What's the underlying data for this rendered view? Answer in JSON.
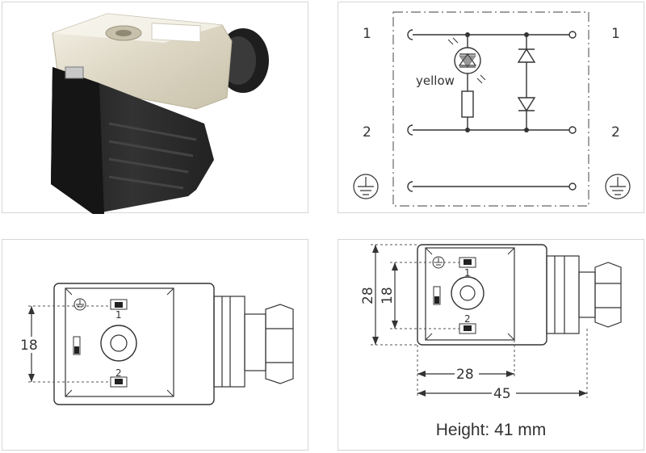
{
  "schematic": {
    "pin1_left": "1",
    "pin1_right": "1",
    "pin2_left": "2",
    "pin2_right": "2",
    "led_label": "yellow"
  },
  "front_view": {
    "pin1": "1",
    "pin2": "2",
    "dim_pin_spacing": "18"
  },
  "dimension_view": {
    "pin1": "1",
    "pin2": "2",
    "dim_height": "28",
    "dim_pin_spacing": "18",
    "dim_width": "28",
    "dim_total_length": "45",
    "height_note": "Height: 41 mm"
  },
  "colors": {
    "housing_dark": "#2b2b2b",
    "cap_clear": "#e8e4d6",
    "line": "#3a3a3a",
    "dash": "#666666"
  },
  "icons": [
    "ground-symbol-icon",
    "led-icon",
    "resistor-icon",
    "diode-icon"
  ]
}
